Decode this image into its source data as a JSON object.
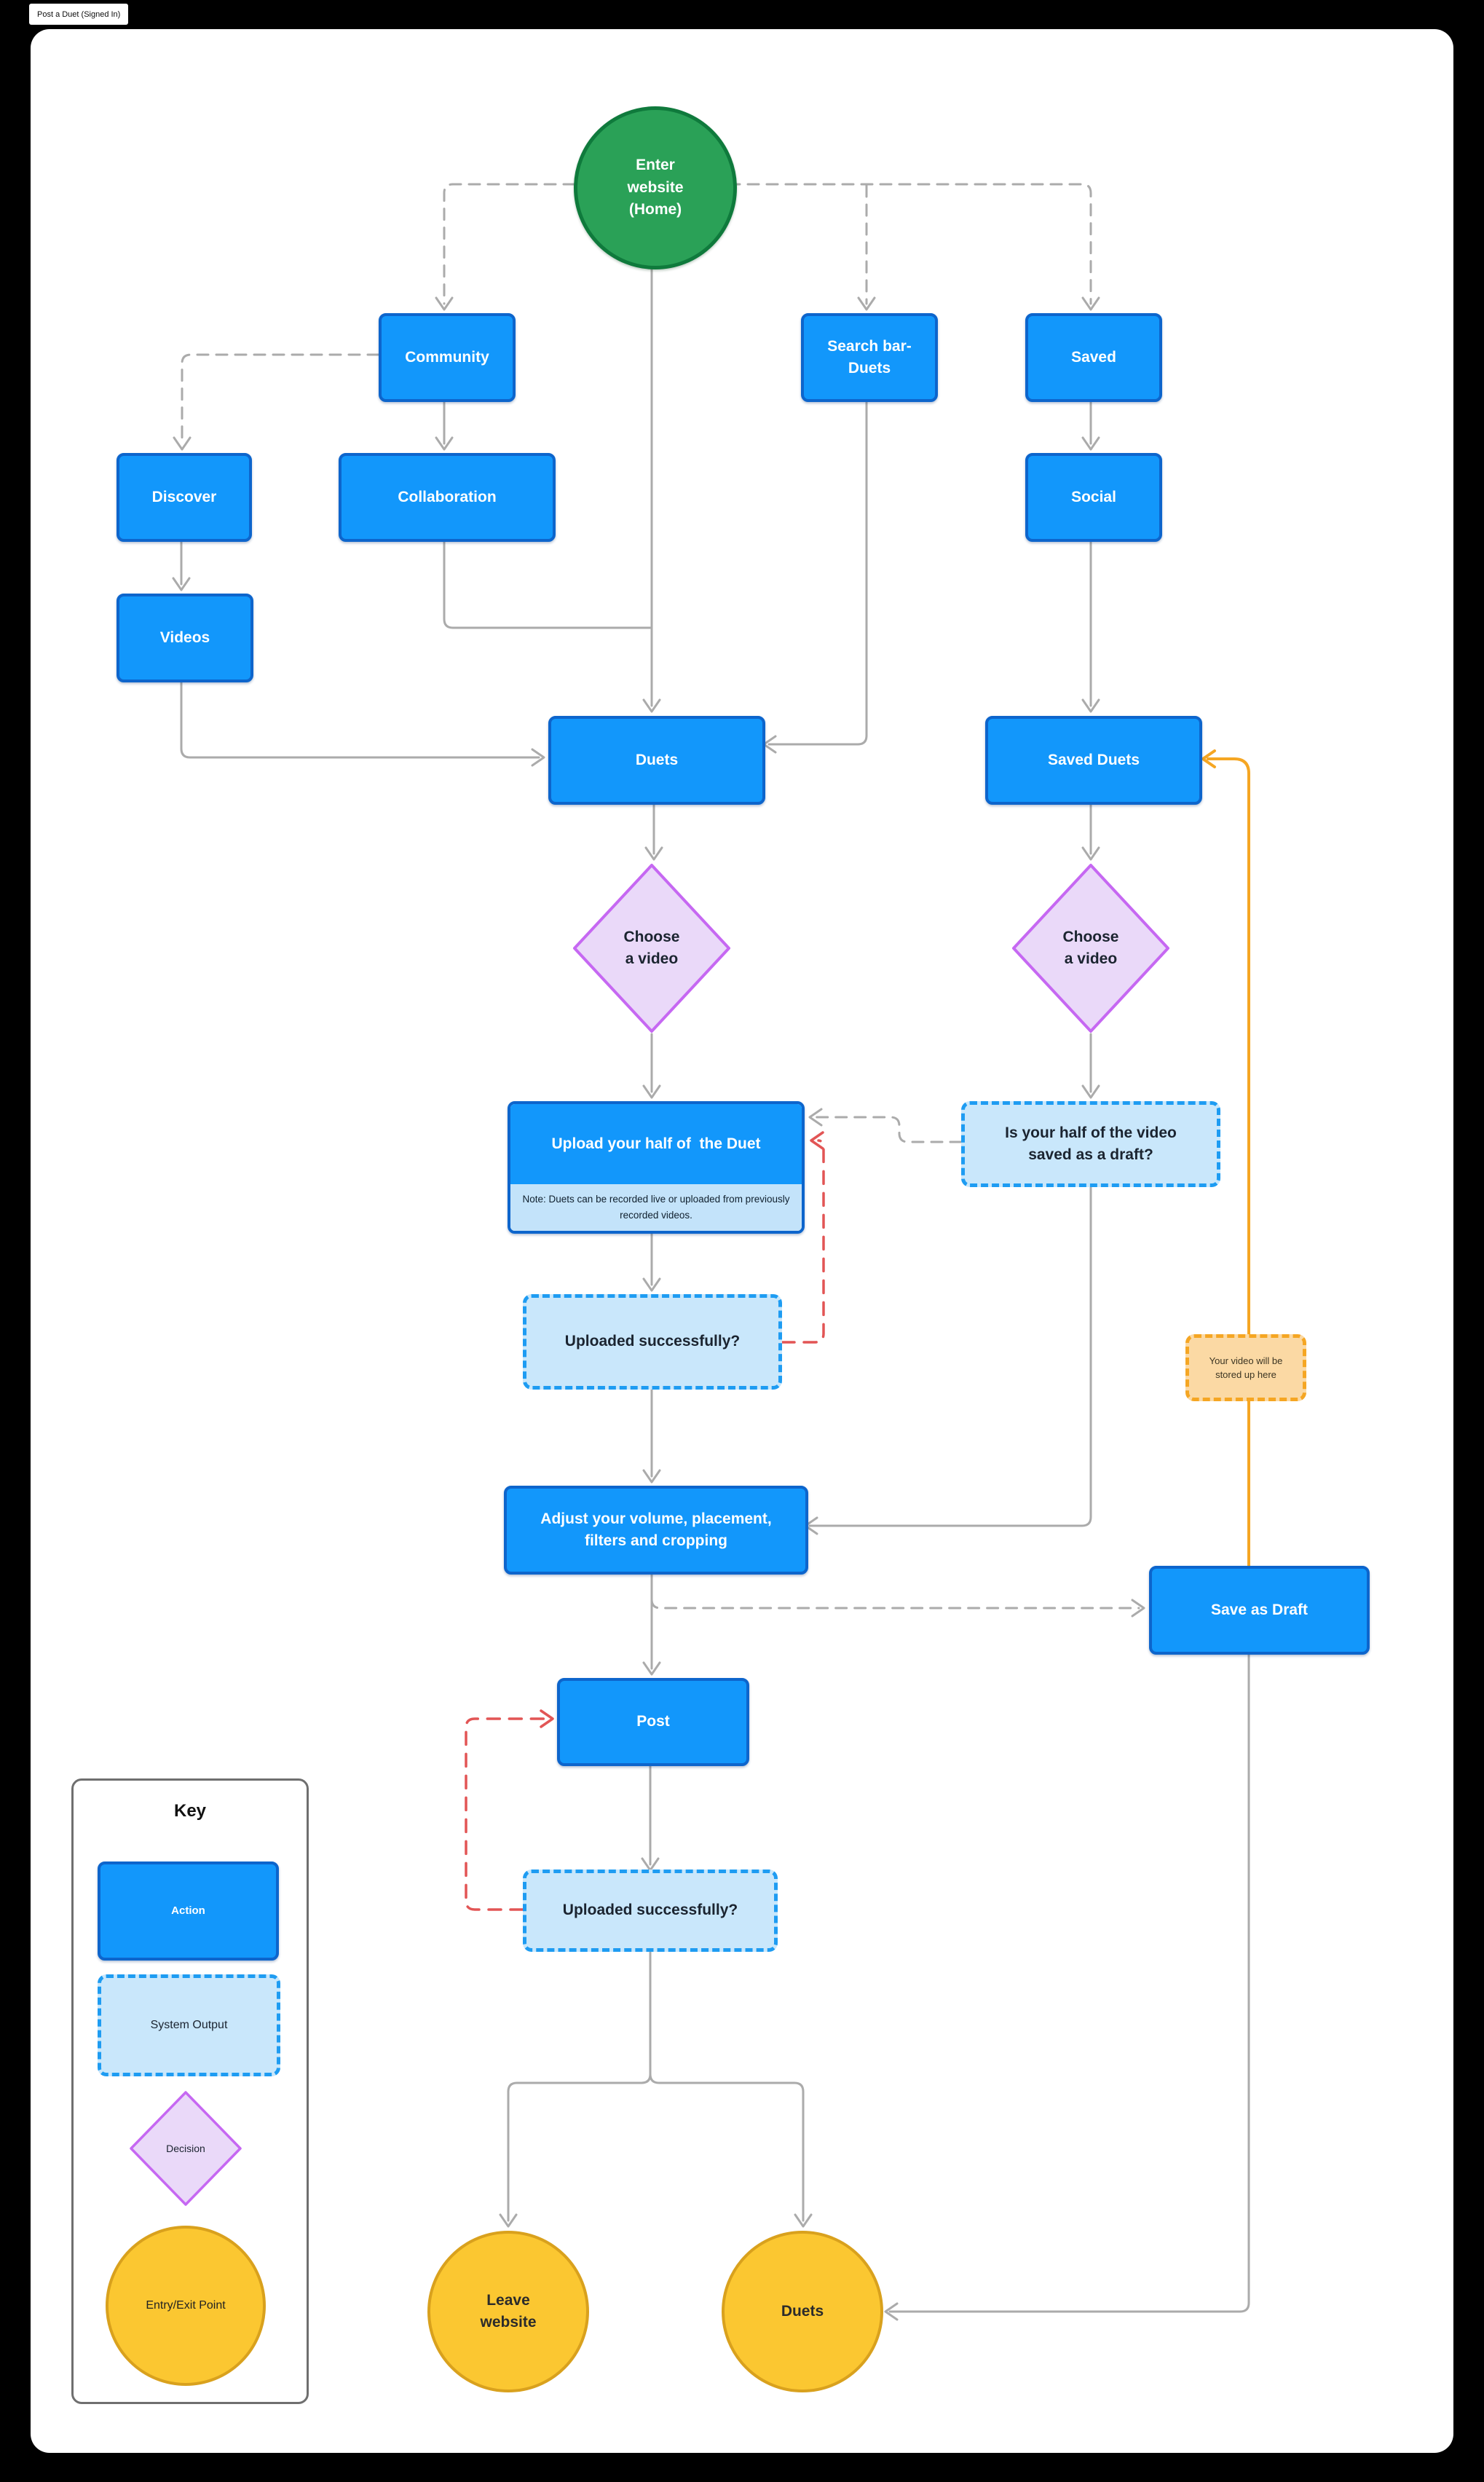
{
  "tab": {
    "title": "Post a Duet (Signed In)"
  },
  "nodes": {
    "enter_website": {
      "label": "Enter\nwebsite\n(Home)",
      "type": "entry"
    },
    "community": {
      "label": "Community",
      "type": "action"
    },
    "search_bar_duets": {
      "label": "Search bar-\nDuets",
      "type": "action"
    },
    "saved": {
      "label": "Saved",
      "type": "action"
    },
    "discover": {
      "label": "Discover",
      "type": "action"
    },
    "collaboration": {
      "label": "Collaboration",
      "type": "action"
    },
    "social": {
      "label": "Social",
      "type": "action"
    },
    "videos": {
      "label": "Videos",
      "type": "action"
    },
    "duets": {
      "label": "Duets",
      "type": "action"
    },
    "saved_duets": {
      "label": "Saved Duets",
      "type": "action"
    },
    "choose_video_left": {
      "label": "Choose\na video",
      "type": "decision"
    },
    "choose_video_right": {
      "label": "Choose\na video",
      "type": "decision"
    },
    "upload_half": {
      "label": "Upload your half of  the Duet",
      "note": "Note: Duets can be recorded live or uploaded from previously recorded videos.",
      "type": "action"
    },
    "is_half_saved": {
      "label": "Is your half of the video\nsaved as a draft?",
      "type": "system-output"
    },
    "uploaded_successfully_1": {
      "label": "Uploaded successfully?",
      "type": "system-output"
    },
    "video_stored_note": {
      "label": "Your video will be\nstored up here",
      "type": "annotation"
    },
    "adjust": {
      "label": "Adjust your volume, placement,\nfilters and cropping",
      "type": "action"
    },
    "save_as_draft": {
      "label": "Save as Draft",
      "type": "action"
    },
    "post": {
      "label": "Post",
      "type": "action"
    },
    "uploaded_successfully_2": {
      "label": "Uploaded successfully?",
      "type": "system-output"
    },
    "leave_website": {
      "label": "Leave\nwebsite",
      "type": "exit"
    },
    "duets_exit": {
      "label": "Duets",
      "type": "exit"
    }
  },
  "key": {
    "title": "Key",
    "items": [
      {
        "label": "Action"
      },
      {
        "label": "System Output"
      },
      {
        "label": "Decision"
      },
      {
        "label": "Entry/Exit Point"
      }
    ]
  },
  "colors": {
    "action_fill": "#1297fb",
    "action_border": "#0d65cc",
    "system_output_fill": "#c9e7fb",
    "system_output_border": "#1e9cf2",
    "decision_fill": "#ead9f9",
    "decision_border": "#c668f2",
    "entry_fill": "#2aa157",
    "entry_border": "#0f7a3c",
    "exit_fill": "#fbc731",
    "exit_border": "#d9a11d",
    "annotation_fill": "#fbd9a4",
    "annotation_border": "#f5a623",
    "connector_gray": "#ababab",
    "connector_red": "#e25555",
    "connector_orange": "#f5a623"
  }
}
